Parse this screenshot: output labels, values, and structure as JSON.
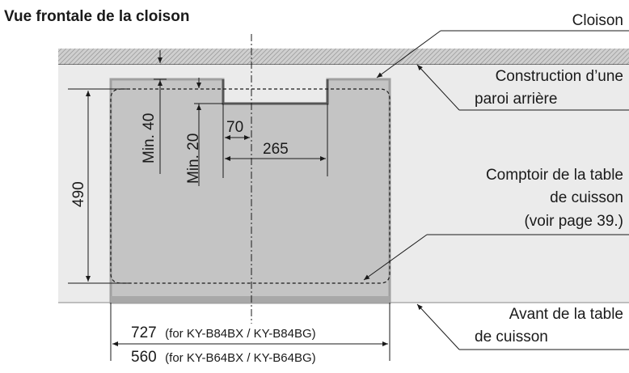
{
  "title": "Vue frontale de la cloison",
  "labels": {
    "cloison": "Cloison",
    "construction_line1": "Construction d’une",
    "construction_line2": "paroi arrière",
    "comptoir_line1": "Comptoir de la table",
    "comptoir_line2": "de cuisson",
    "comptoir_line3": "(voir page 39.)",
    "avant_line1": "Avant de la table",
    "avant_line2": "de cuisson"
  },
  "dimensions": {
    "min40": "Min. 40",
    "min20": "Min. 20",
    "d70": "70",
    "d265": "265",
    "d490": "490",
    "d727": "727",
    "d727_note": "(for KY-B84BX / KY-B84BG)",
    "d560": "560",
    "d560_note": "(for KY-B64BX / KY-B64BG)"
  },
  "colors": {
    "wall_hatch": "#9a9a9a",
    "back_panel": "#ebebeb",
    "partition_fill": "#c4c4c4",
    "partition_edge": "#9e9e9e",
    "notch_edge": "#555555",
    "front_strip": "#a8a8a8"
  }
}
